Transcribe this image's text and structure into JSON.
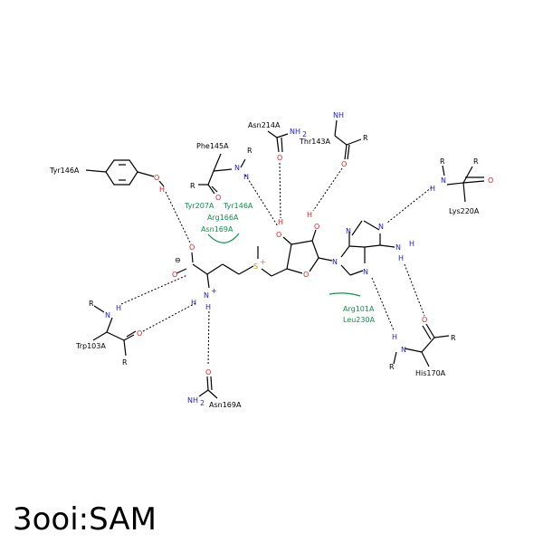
{
  "title": "3ooi:SAM",
  "ligand_atoms": {
    "sulfonium": "S",
    "sulfonium_charge": "+",
    "amine": "N",
    "amine_h": "H",
    "amine_charge": "+",
    "amine_h2": "H",
    "carboxylate_o1": "O",
    "carboxylate_o2": "O",
    "carboxylate_charge": "⊖",
    "ring_o": "O",
    "ribose_o2": "O",
    "ribose_o2_h": "H",
    "ribose_o3": "O",
    "ribose_o3_h": "H",
    "adenine_n1": "N",
    "adenine_n3": "N",
    "adenine_n7": "N",
    "adenine_n9": "N",
    "adenine_nh2_n": "N",
    "adenine_nh2_h1": "H",
    "adenine_nh2_h2": "H"
  },
  "residues": {
    "tyr146_label": "Tyr146A",
    "tyr146_o": "O",
    "tyr146_h": "H",
    "phe145_label": "Phe145A",
    "phe145_r": "R",
    "phe145_n": "N",
    "phe145_h": "H",
    "phe145_o": "O",
    "asn214_label": "Asn214A",
    "asn214_nh2": "NH",
    "asn214_nh2_sub": "2",
    "asn214_o": "O",
    "thr143_label": "Thr143A",
    "thr143_nh": "NH",
    "thr143_r": "R",
    "thr143_o": "O",
    "lys220_label": "Lys220A",
    "lys220_r": "R",
    "lys220_n": "N",
    "lys220_h": "H",
    "lys220_o": "O",
    "trp103_label": "Trp103A",
    "trp103_r1": "R",
    "trp103_n": "N",
    "trp103_h": "H",
    "trp103_o": "O",
    "trp103_r2": "R",
    "asn169_label": "Asn169A",
    "asn169_nh2": "NH",
    "asn169_nh2_sub": "2",
    "asn169_o": "O",
    "his170_label": "His170A",
    "his170_r1": "R",
    "his170_n": "N",
    "his170_h": "H",
    "his170_o": "O",
    "his170_r2": "R"
  },
  "hydrophobic": {
    "group1": [
      "Tyr207A",
      "Tyr146A",
      "Arg166A",
      "Asn169A"
    ],
    "group2": [
      "Arg101A",
      "Leu230A"
    ]
  },
  "colors": {
    "nitrogen": "#1f1fd0",
    "oxygen": "#e02020",
    "sulfur": "#c89600",
    "hydrophobic": "#10904a",
    "bond": "#000000"
  }
}
